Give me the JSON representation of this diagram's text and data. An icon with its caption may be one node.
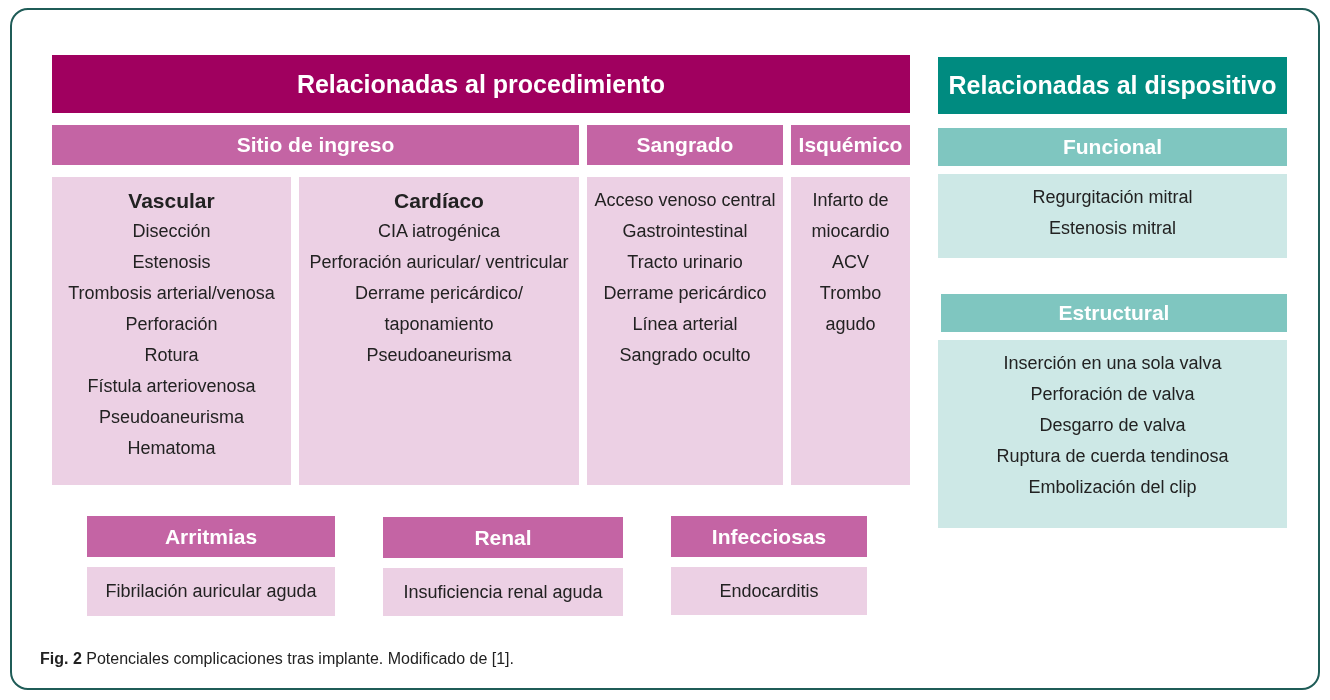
{
  "diagram": {
    "nodes": [
      {
        "text": [
          "Relacionadas al procedimiento"
        ]
      },
      {
        "text": [
          "Relacionadas al dispositivo"
        ]
      },
      {
        "text": [
          "Sitio de ingreso"
        ]
      },
      {
        "text": [
          "Sangrado"
        ]
      },
      {
        "text": [
          "Isquémico"
        ]
      },
      {
        "text": [
          "Funcional"
        ]
      },
      {
        "text": [
          "Vascular",
          "Disección",
          "Estenosis",
          "Trombosis arterial/venosa",
          "Perforación",
          "Rotura",
          "Fístula arteriovenosa",
          "Pseudoaneurisma",
          "Hematoma"
        ]
      },
      {
        "text": [
          "Cardíaco",
          "CIA iatrogénica",
          "Perforación auricular/ ventricular",
          "Derrame pericárdico/ taponamiento",
          "Pseudoaneurisma"
        ]
      },
      {
        "text": [
          "Acceso venoso central",
          "Gastrointestinal",
          "Tracto urinario",
          "Derrame pericárdico",
          "Línea arterial",
          "Sangrado oculto"
        ]
      },
      {
        "text": [
          "Infarto de miocardio",
          "ACV",
          "Trombo agudo"
        ]
      },
      {
        "text": [
          "Regurgitación mitral",
          "Estenosis mitral"
        ]
      },
      {
        "text": [
          "Estructural"
        ]
      },
      {
        "text": [
          "Inserción en una sola valva",
          "Perforación de valva",
          "Desgarro de valva",
          "Ruptura de cuerda tendinosa",
          "Embolización del clip"
        ]
      },
      {
        "text": [
          "Arritmias"
        ]
      },
      {
        "text": [
          "Renal"
        ]
      },
      {
        "text": [
          "Infecciosas"
        ]
      },
      {
        "text": [
          "Fibrilación auricular aguda"
        ]
      },
      {
        "text": [
          "Insuficiencia renal aguda"
        ]
      },
      {
        "text": [
          "Endocarditis"
        ]
      }
    ],
    "caption": "**Fig. 2** Potenciales complicaciones tras implante. Modificado de [1]."
  }
}
